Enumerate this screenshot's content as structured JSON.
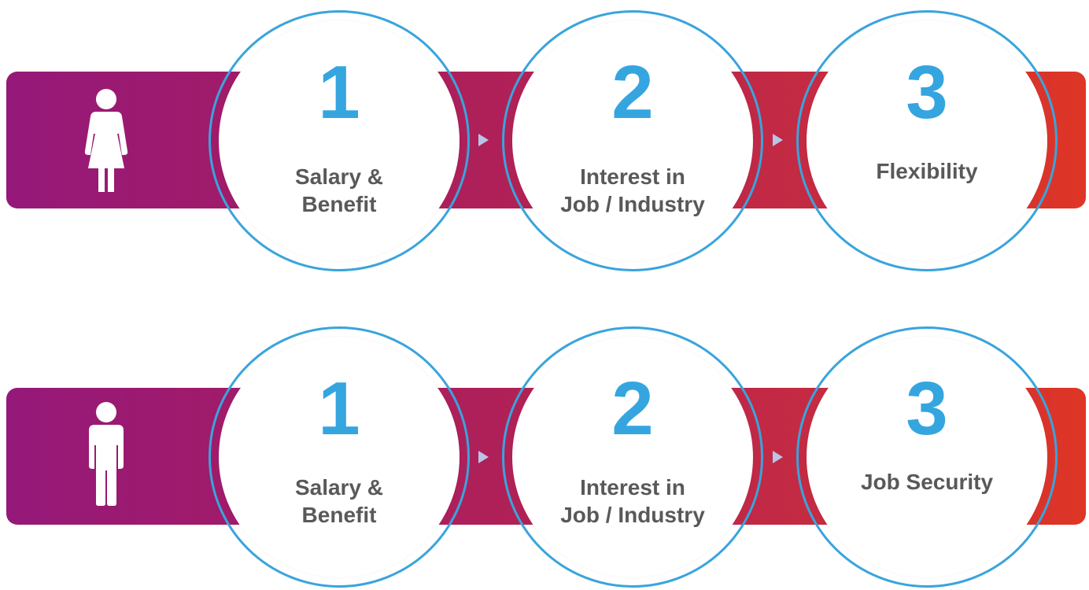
{
  "colors": {
    "band_start": "#95197a",
    "band_end": "#de3626",
    "circle_border": "#3aa4dc",
    "number": "#35a5e0",
    "label": "#595959",
    "arrow": "#b9c4e6"
  },
  "rows": [
    {
      "icon": "female-person-icon",
      "steps": [
        {
          "number": "1",
          "label": "Salary &\nBenefit"
        },
        {
          "number": "2",
          "label": "Interest in\nJob / Industry"
        },
        {
          "number": "3",
          "label": "Flexibility"
        }
      ]
    },
    {
      "icon": "male-person-icon",
      "steps": [
        {
          "number": "1",
          "label": "Salary &\nBenefit"
        },
        {
          "number": "2",
          "label": "Interest in\nJob / Industry"
        },
        {
          "number": "3",
          "label": "Job Security"
        }
      ]
    }
  ]
}
